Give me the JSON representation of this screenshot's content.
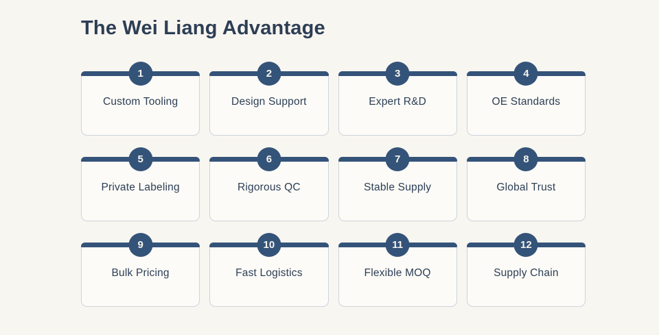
{
  "page": {
    "title": "The Wei Liang Advantage"
  },
  "colors": {
    "background": "#f8f6f0",
    "card_background": "#fcfbf7",
    "card_border": "#cdd3dc",
    "accent_navy": "#345379",
    "title_text": "#2d3e55",
    "badge_text": "#f6f4ef"
  },
  "advantages": [
    {
      "number": "1",
      "label": "Custom Tooling"
    },
    {
      "number": "2",
      "label": "Design Support"
    },
    {
      "number": "3",
      "label": "Expert R&D"
    },
    {
      "number": "4",
      "label": "OE Standards"
    },
    {
      "number": "5",
      "label": "Private Labeling"
    },
    {
      "number": "6",
      "label": "Rigorous QC"
    },
    {
      "number": "7",
      "label": "Stable Supply"
    },
    {
      "number": "8",
      "label": "Global Trust"
    },
    {
      "number": "9",
      "label": "Bulk Pricing"
    },
    {
      "number": "10",
      "label": "Fast Logistics"
    },
    {
      "number": "11",
      "label": "Flexible MOQ"
    },
    {
      "number": "12",
      "label": "Supply Chain"
    }
  ]
}
